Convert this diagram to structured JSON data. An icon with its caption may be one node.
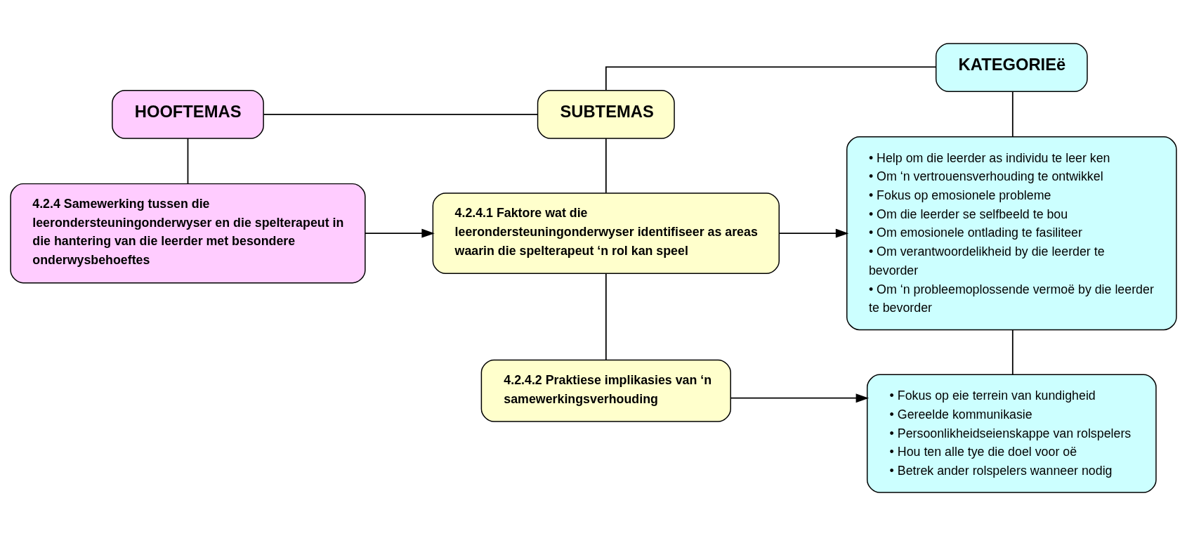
{
  "diagram": {
    "nodes": [
      {
        "text": [
          "HOOFTEMAS"
        ]
      },
      {
        "text": [
          "SUBTEMAS"
        ]
      },
      {
        "text": [
          "KATEGORIEë"
        ]
      },
      {
        "text": [
          "4.2.4 Samewerking tussen die leerondersteuningonderwyser en die spelterapeut in die hantering van die leerder met besondere onderwysbehoeftes"
        ]
      },
      {
        "text": [
          "4.2.4.1 Faktore wat die leerondersteuningonderwyser identifiseer as areas waarin die spelterapeut ‘n rol kan speel"
        ]
      },
      {
        "text": [
          "• Help om die leerder as individu te leer ken",
          "• Om ‘n vertrouensverhouding te ontwikkel",
          "• Fokus op emosionele probleme",
          "• Om die leerder se selfbeeld te bou",
          "• Om emosionele ontlading te fasiliteer",
          "• Om verantwoordelikheid by die leerder te bevorder",
          "• Om ‘n probleemoplossende vermoë by die leerder te bevorder"
        ]
      },
      {
        "text": [
          "4.2.4.2 Praktiese implikasies van ‘n samewerkingsverhouding"
        ]
      },
      {
        "text": [
          "• Fokus op eie terrein van kundigheid",
          "• Gereelde kommunikasie",
          "• Persoonlikheidseienskappe van rolspelers",
          "• Hou ten alle tye die doel voor oë",
          "• Betrek ander rolspelers wanneer nodig"
        ]
      }
    ],
    "edges": [
      {
        "from": 0,
        "to": 1,
        "arrow": "none"
      },
      {
        "from": 1,
        "to": 2,
        "arrow": "none"
      },
      {
        "from": 0,
        "to": 3,
        "arrow": "none"
      },
      {
        "from": 1,
        "to": 4,
        "arrow": "none"
      },
      {
        "from": 2,
        "to": 5,
        "arrow": "none"
      },
      {
        "from": 3,
        "to": 4,
        "arrow": "to"
      },
      {
        "from": 4,
        "to": 5,
        "arrow": "to"
      },
      {
        "from": 4,
        "to": 6,
        "arrow": "none"
      },
      {
        "from": 5,
        "to": 7,
        "arrow": "none"
      },
      {
        "from": 6,
        "to": 7,
        "arrow": "to"
      }
    ]
  }
}
